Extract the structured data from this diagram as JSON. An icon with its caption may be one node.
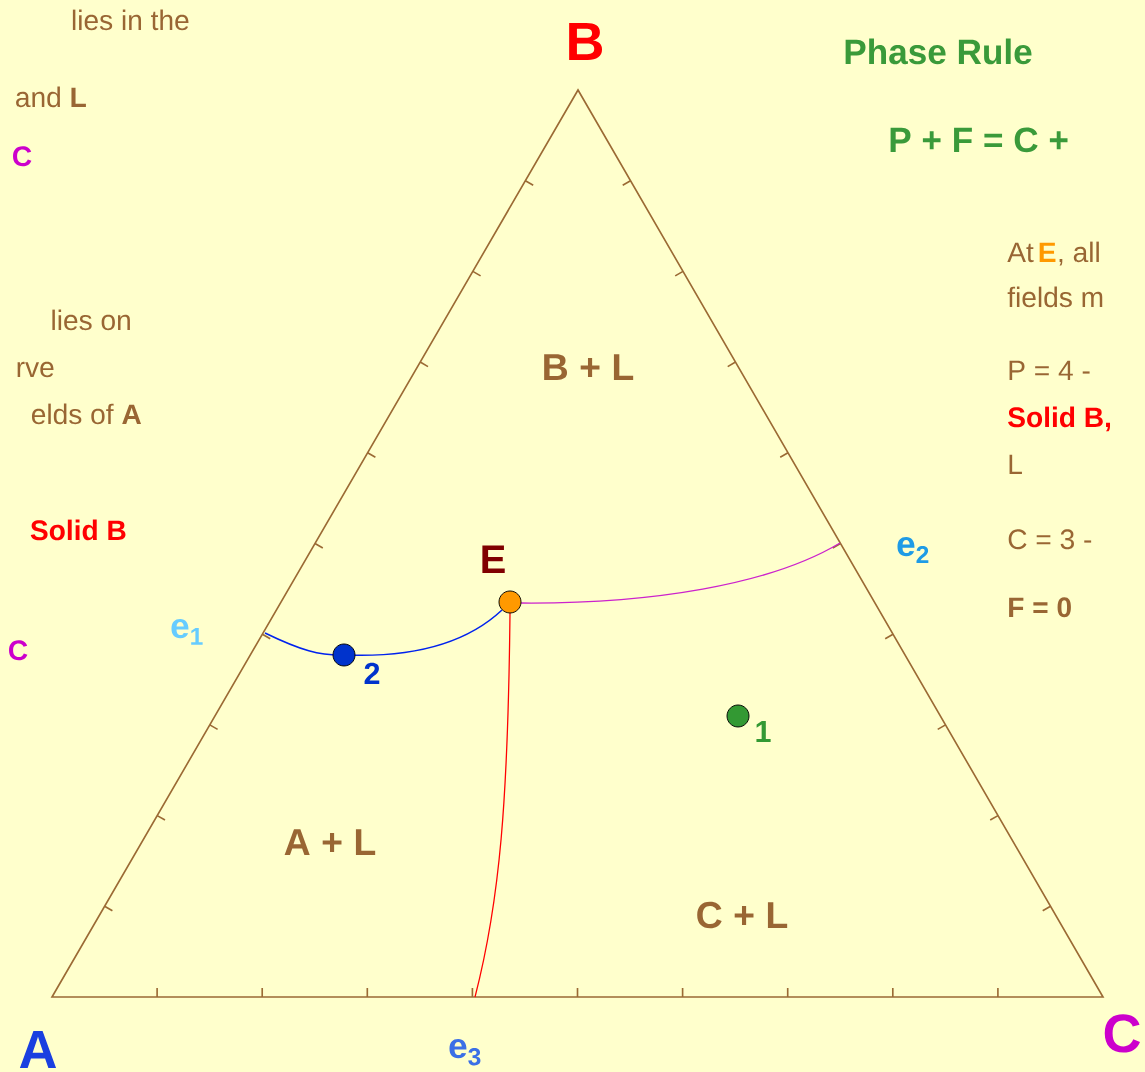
{
  "diagram": {
    "nodes": [
      {
        "text": [],
        "shape": "circle",
        "beside": [
          "E"
        ]
      },
      {
        "text": [],
        "shape": "circle",
        "beside": [
          "2"
        ]
      },
      {
        "text": [],
        "shape": "circle",
        "beside": [
          "1"
        ]
      }
    ],
    "labels": [
      "lies in the",
      "and **L**",
      "C",
      "lies on",
      "rve",
      "elds of **A**",
      "Solid B",
      "C",
      "B",
      "Phase Rule",
      "P + F = C +",
      "At",
      "E",
      ", all",
      "fields m",
      "P = 4 -",
      "Solid B,",
      "L",
      "C = 3 -",
      "F = 0",
      "B + L",
      "e$_{1}$",
      "e$_{2}$",
      "A + L",
      "C + L",
      "A",
      "e$_{3}$",
      "C"
    ]
  }
}
